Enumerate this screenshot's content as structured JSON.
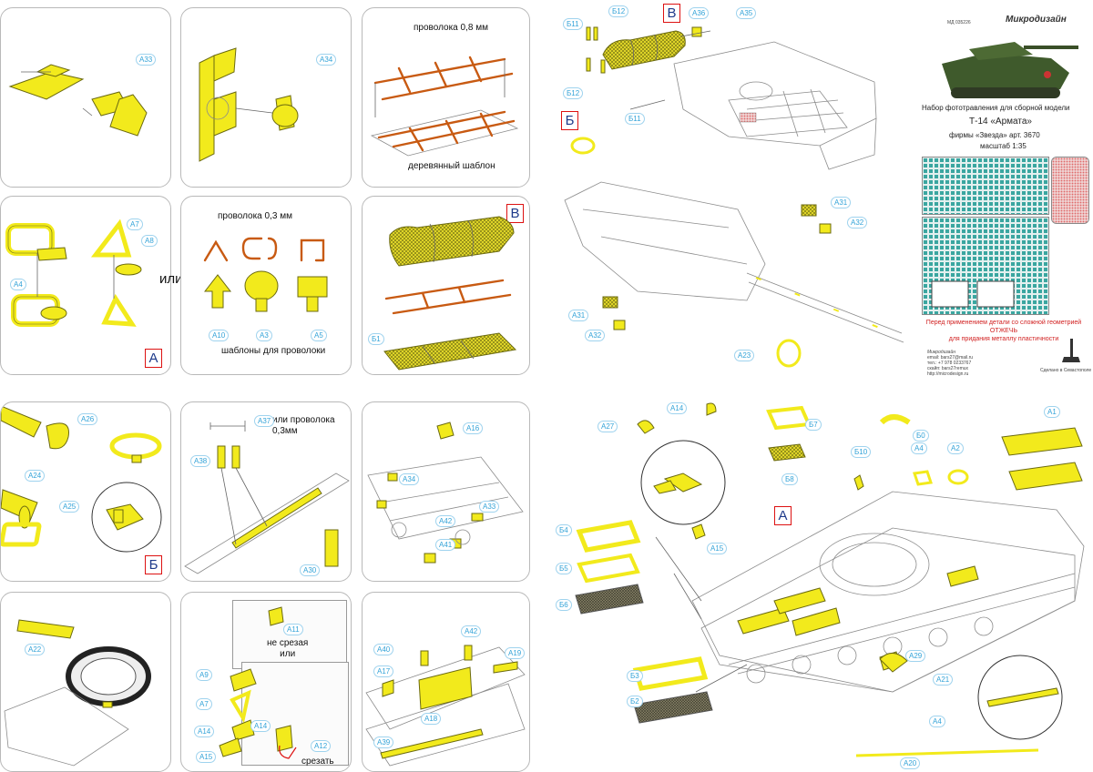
{
  "panels": {
    "p1": {
      "tags": [
        "А33"
      ]
    },
    "p2": {
      "tags": [
        "А34"
      ]
    },
    "p3": {
      "caption_top": "проволока 0,8 мм",
      "caption_bottom": "деревянный шаблон"
    },
    "p4": {
      "tags": [
        "А7",
        "А8",
        "А4"
      ],
      "letter": "А"
    },
    "or_label": "или",
    "p5": {
      "caption_top": "проволока 0,3 мм",
      "caption_bottom": "шаблоны для проволоки",
      "tags": [
        "А10",
        "А3",
        "А5"
      ]
    },
    "p6": {
      "letter": "В",
      "tags": [
        "Б1"
      ]
    },
    "p7": {
      "tags": [
        "А26",
        "А24",
        "А25"
      ],
      "letter": "Б"
    },
    "p8": {
      "tags": [
        "А37",
        "А38",
        "А30"
      ],
      "caption": "или проволока\n0,3мм"
    },
    "p9": {
      "tags": [
        "А16",
        "А34",
        "А33",
        "А42",
        "А41"
      ]
    },
    "p10": {
      "tags": [
        "А22"
      ]
    },
    "p11": {
      "tags": [
        "А11",
        "А9",
        "А7",
        "А14",
        "А14",
        "А15",
        "А12"
      ],
      "caption_cut_not": "не срезая\nили",
      "caption_cut": "срезать"
    },
    "p12": {
      "tags": [
        "А42",
        "А40",
        "А17",
        "А19",
        "А18",
        "А39"
      ]
    }
  },
  "turret": {
    "letters": [
      "В",
      "Б"
    ],
    "tags": [
      "Б12",
      "Б11",
      "Б12",
      "А36",
      "А35",
      "Б11",
      "А31",
      "А32",
      "А31",
      "А32",
      "А23"
    ]
  },
  "info": {
    "code": "МД 035226",
    "brand": "Микродизайн",
    "line1": "Набор фототравления для сборной модели",
    "line2": "Т-14 «Армата»",
    "line3": "фирмы «Звезда» арт. 3670",
    "line4": "масштаб 1:35",
    "warning": "Перед применением детали со сложной геометрией\nОТЖЕЧЬ\nдля придания металлу пластичности",
    "contacts_brand": "Микродизайн",
    "contacts": "email: bars27@mail.ru\nтел.: +7 978 0233767\nскайп: bars27remux\nhttp://microdesign.ru",
    "made_in": "Сделано в Севастополе"
  },
  "hull": {
    "letter": "А",
    "tags": [
      "А27",
      "А14",
      "Б7",
      "Б0",
      "А1",
      "Б10",
      "А4",
      "А2",
      "Б8",
      "А15",
      "Б4",
      "Б5",
      "Б6",
      "А29",
      "Б3",
      "Б2",
      "А21",
      "А4",
      "А20"
    ]
  }
}
